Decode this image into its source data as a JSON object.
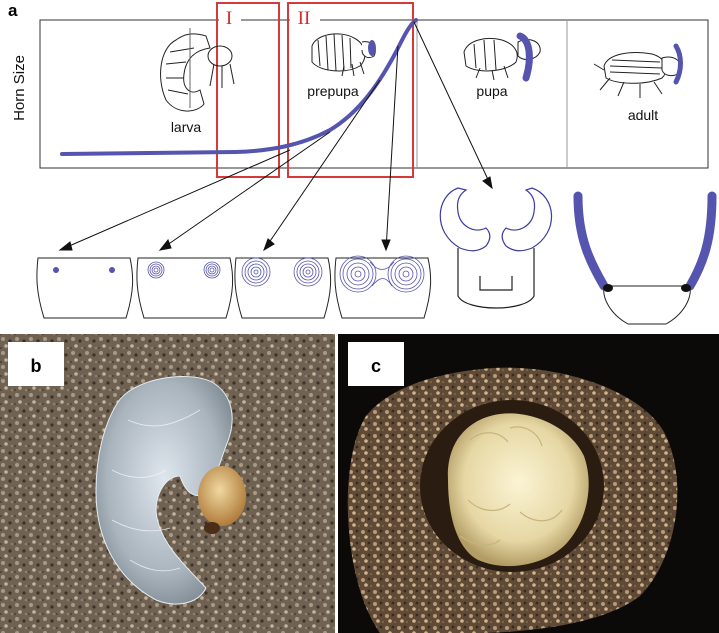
{
  "panel_a": {
    "letter": "a",
    "y_axis_label": "Horn Size",
    "stages": [
      "larva",
      "prepupa",
      "pupa",
      "adult"
    ],
    "periods": [
      "I",
      "II"
    ]
  },
  "panel_b": {
    "letter": "b"
  },
  "panel_c": {
    "letter": "c"
  },
  "colors": {
    "horn": "#5555b0",
    "period_box": "#d43a3a",
    "sand": "#8a7a66",
    "background_dark": "#0c0a08"
  }
}
